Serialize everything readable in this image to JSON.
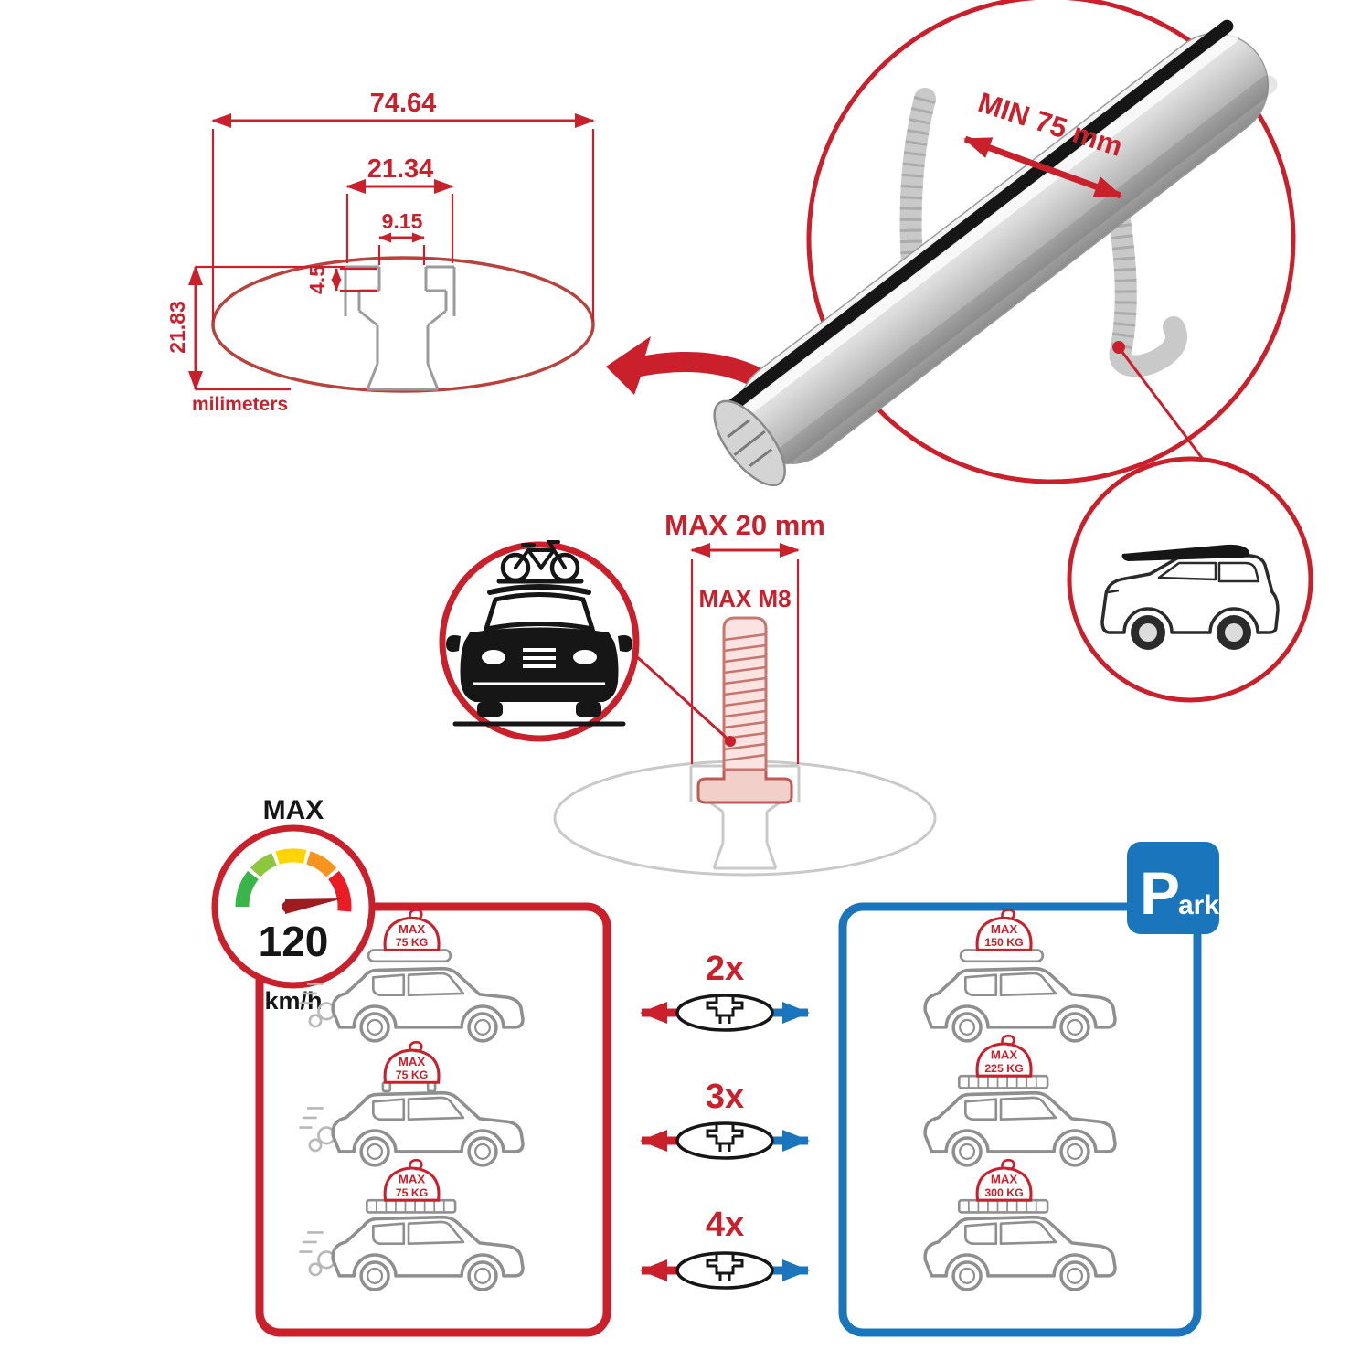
{
  "palette": {
    "accent_red": "#C9202C",
    "accent_blue": "#1B75BC",
    "profile_gray": "#9B9B9B",
    "gauge_green": "#39B54A",
    "gauge_lime": "#8DC63F",
    "gauge_yellow": "#FFD400",
    "gauge_orange": "#F7941D",
    "gauge_red": "#EC1C24"
  },
  "tech_drawing": {
    "total_width": "74.64",
    "slot_outer_width": "21.34",
    "slot_opening_width": "9.15",
    "lip_depth": "4.5",
    "total_height": "21.83",
    "units": "milimeters"
  },
  "bar_closeup": {
    "min_span": "MIN 75 mm"
  },
  "bolt_diagram": {
    "max_width": "MAX 20 mm",
    "max_thread": "MAX M8"
  },
  "speed_badge": {
    "label": "MAX",
    "value": "120",
    "unit": "km/h"
  },
  "park_sign": {
    "letter": "P",
    "rest": "ark"
  },
  "driving_cars": [
    {
      "sign_title": "MAX",
      "sign_load": "75 KG"
    },
    {
      "sign_title": "MAX",
      "sign_load": "75 KG"
    },
    {
      "sign_title": "MAX",
      "sign_load": "75 KG"
    }
  ],
  "parked_cars": [
    {
      "sign_title": "MAX",
      "sign_load": "150 KG"
    },
    {
      "sign_title": "MAX",
      "sign_load": "225 KG"
    },
    {
      "sign_title": "MAX",
      "sign_load": "300 KG"
    }
  ],
  "bar_counts": [
    {
      "label": "2x"
    },
    {
      "label": "3x"
    },
    {
      "label": "4x"
    }
  ]
}
